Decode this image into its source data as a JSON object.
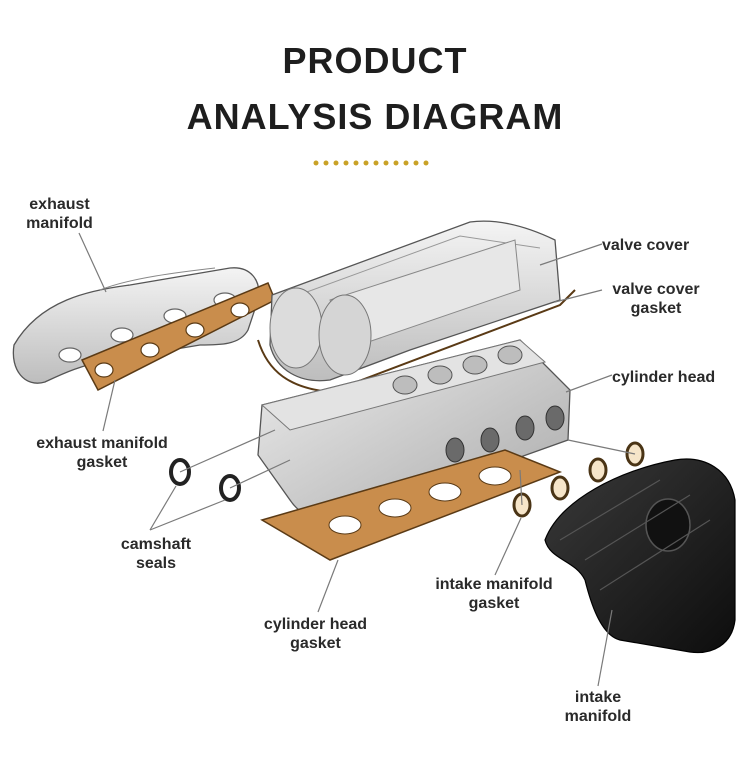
{
  "title": {
    "line1": "PRODUCT",
    "line2": "ANALYSIS DIAGRAM"
  },
  "accent_color": "#c9a227",
  "labels": {
    "exhaust_manifold": [
      "exhaust",
      "manifold"
    ],
    "valve_cover": [
      "valve cover"
    ],
    "valve_cover_gasket": [
      "valve cover",
      "gasket"
    ],
    "cylinder_head": [
      "cylinder head"
    ],
    "exhaust_manifold_gasket": [
      "exhaust manifold",
      "gasket"
    ],
    "camshaft_seals": [
      "camshaft",
      "seals"
    ],
    "intake_manifold_gasket": [
      "intake manifold",
      "gasket"
    ],
    "cylinder_head_gasket": [
      "cylinder head",
      "gasket"
    ],
    "intake_manifold": [
      "intake",
      "manifold"
    ]
  }
}
